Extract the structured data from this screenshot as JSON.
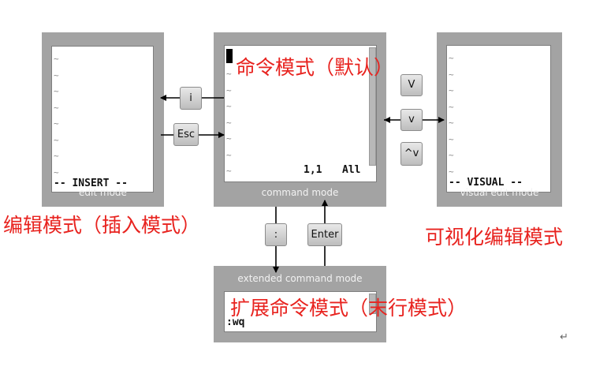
{
  "modes": {
    "insert": {
      "caption": "edit mode",
      "status": "-- INSERT --"
    },
    "command": {
      "caption": "command mode",
      "status_pos": "1,1",
      "status_view": "All"
    },
    "visual": {
      "caption": "visual edit mode",
      "status": "-- VISUAL --"
    },
    "extended": {
      "caption": "extended command mode",
      "input": ":wq"
    }
  },
  "keys": {
    "insert": "i",
    "escape": "Esc",
    "visual_line": "V",
    "visual_char": "v",
    "visual_block": "^v",
    "colon": ":",
    "enter": "Enter"
  },
  "labels": {
    "command_mode": "命令模式（默认）",
    "edit_mode": "编辑模式（插入模式）",
    "visual_mode": "可视化编辑模式",
    "extended_mode": "扩展命令模式（末行模式）"
  },
  "misc": {
    "return_mark": "↵",
    "tilde": "~"
  },
  "colors": {
    "panel": "#a3a3a3",
    "annotation": "#e8231f"
  }
}
